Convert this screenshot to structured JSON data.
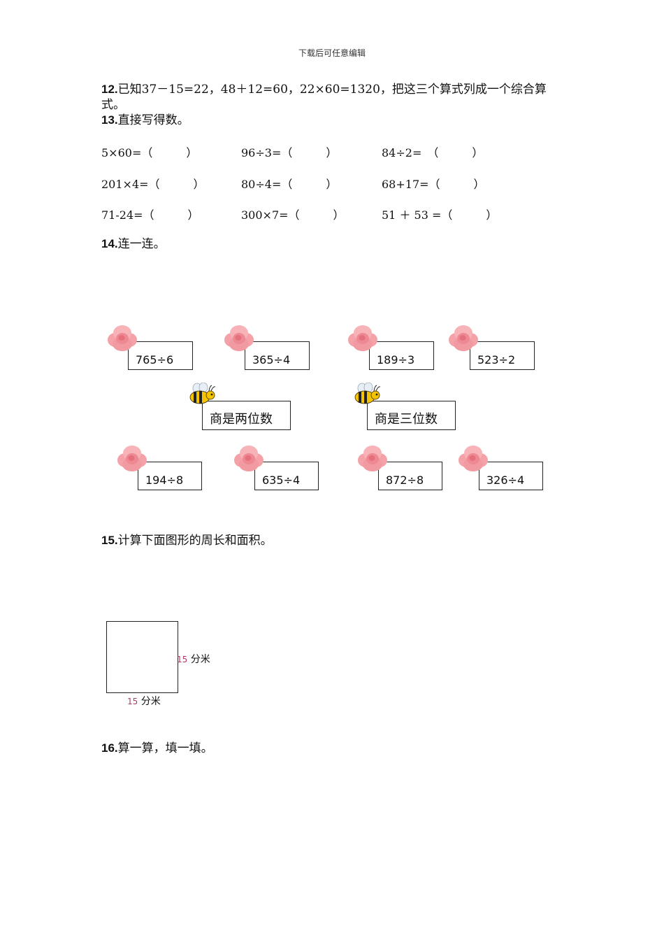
{
  "header": {
    "text": "下载后可任意编辑"
  },
  "q12": {
    "num": "12.",
    "line1": "已知37－15=22，48＋12=60，22×60=1320，把这三个算式列成一个综合算",
    "line2": "式。"
  },
  "q13": {
    "num": "13.",
    "title": "直接写得数。",
    "rows": [
      [
        "5×60=（　　　）",
        "96÷3=（　　　）",
        "84÷2=　（　　　）"
      ],
      [
        "201×4=（　　　）",
        "80÷4=（　　　）",
        "68+17=（　　　）"
      ],
      [
        "71-24=（　　　）",
        "300×7=（　　　）",
        "51 ＋ 53 =（　　　）"
      ]
    ]
  },
  "q14": {
    "num": "14.",
    "title": "连一连。",
    "top_boxes": [
      "765÷6",
      "365÷4",
      "189÷3",
      "523÷2"
    ],
    "targets": [
      "商是两位数",
      "商是三位数"
    ],
    "bottom_boxes": [
      "194÷8",
      "635÷4",
      "872÷8",
      "326÷4"
    ],
    "rose_icon": "rose-icon",
    "bee_icon": "bee-icon"
  },
  "q15": {
    "num": "15.",
    "title": "计算下面图形的周长和面积。",
    "side_num": "15",
    "side_unit": "分米",
    "bottom_num": "15",
    "bottom_unit": "分米"
  },
  "q16": {
    "num": "16.",
    "title": "算一算，填一填。"
  }
}
